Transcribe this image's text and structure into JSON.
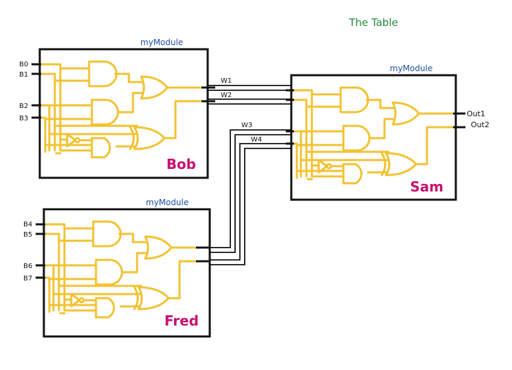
{
  "colors": {
    "wire_gate": "#f2c230",
    "box": "#111111",
    "ink": "#111111",
    "module_label": "#1f4fa0",
    "name": "#c8106e",
    "title": "#1f8a3a"
  },
  "title": "The Table",
  "modules": [
    {
      "id": "bob",
      "type_label": "myModule",
      "name": "Bob",
      "inputs": [
        "B0",
        "B1",
        "B2",
        "B3"
      ],
      "outputs": []
    },
    {
      "id": "sam",
      "type_label": "myModule",
      "name": "Sam",
      "inputs": [],
      "outputs": [
        "Out1",
        "Out2"
      ]
    },
    {
      "id": "fred",
      "type_label": "myModule",
      "name": "Fred",
      "inputs": [
        "B4",
        "B5",
        "B6",
        "B7"
      ],
      "outputs": []
    }
  ],
  "wires": [
    "W1",
    "W2",
    "W3",
    "W4"
  ]
}
